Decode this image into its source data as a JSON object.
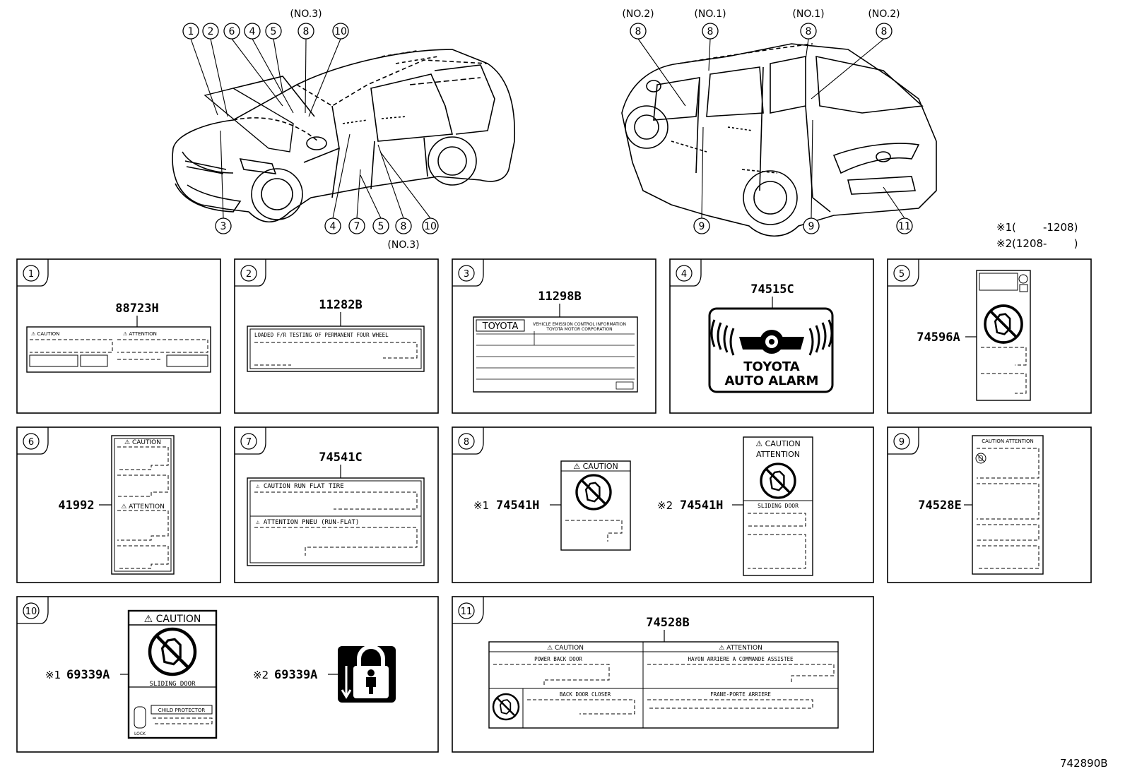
{
  "overview": {
    "left_top_callouts": [
      "1",
      "2",
      "6",
      "4",
      "5",
      "8",
      "10"
    ],
    "left_top_sub": "(NO.3)",
    "left_bottom_callouts": [
      "3",
      "4",
      "7",
      "5",
      "8",
      "10"
    ],
    "left_bottom_sub": "(NO.3)",
    "right_top_callouts": [
      "8",
      "8",
      "8",
      "8"
    ],
    "right_top_subs": [
      "(NO.2)",
      "(NO.1)",
      "(NO.1)",
      "(NO.2)"
    ],
    "right_bottom_callouts": [
      "9",
      "9",
      "11"
    ]
  },
  "notes": [
    {
      "mark": "※1",
      "text": "(        -1208)"
    },
    {
      "mark": "※2",
      "text": "(1208-        )"
    }
  ],
  "panels": [
    {
      "num": "1",
      "parts": [
        "88723H"
      ],
      "label_texts": [
        "⚠ CAUTION",
        "⚠ ATTENTION"
      ]
    },
    {
      "num": "2",
      "parts": [
        "11282B"
      ],
      "label_texts": [
        "LOADED F/R TESTING OF PERMANENT FOUR WHEEL"
      ]
    },
    {
      "num": "3",
      "parts": [
        "11298B"
      ],
      "label_texts": [
        "TOYOTA",
        "VEHICLE EMISSION CONTROL INFORMATION",
        "TOYOTA MOTOR CORPORATION"
      ]
    },
    {
      "num": "4",
      "parts": [
        "74515C"
      ],
      "label_texts": [
        "TOYOTA",
        "AUTO ALARM"
      ]
    },
    {
      "num": "5",
      "parts": [
        "74596A"
      ],
      "label_texts": []
    },
    {
      "num": "6",
      "parts": [
        "41992"
      ],
      "label_texts": [
        "⚠ CAUTION",
        "⚠ ATTENTION"
      ]
    },
    {
      "num": "7",
      "parts": [
        "74541C"
      ],
      "label_texts": [
        "⚠ CAUTION RUN FLAT TIRE",
        "⚠ ATTENTION PNEU (RUN-FLAT)"
      ]
    },
    {
      "num": "8",
      "parts": [
        "74541H",
        "74541H"
      ],
      "marks": [
        "※1",
        "※2"
      ],
      "label_texts": [
        "⚠ CAUTION",
        "⚠ CAUTION",
        "ATTENTION",
        "SLIDING DOOR"
      ]
    },
    {
      "num": "9",
      "parts": [
        "74528E"
      ],
      "label_texts": [
        "CAUTION ATTENTION"
      ]
    },
    {
      "num": "10",
      "parts": [
        "69339A",
        "69339A"
      ],
      "marks": [
        "※1",
        "※2"
      ],
      "label_texts": [
        "⚠ CAUTION",
        "SLIDING DOOR",
        "CHILD PROTECTOR",
        "LOCK"
      ]
    },
    {
      "num": "11",
      "parts": [
        "74528B"
      ],
      "label_texts": [
        "⚠ CAUTION",
        "⚠ ATTENTION",
        "POWER BACK DOOR",
        "HAYON ARRIERE A COMMANDE ASSISTEE",
        "BACK DOOR CLOSER",
        "FRANE-PORTE ARRIERE"
      ]
    }
  ],
  "figure_id": "742890B"
}
